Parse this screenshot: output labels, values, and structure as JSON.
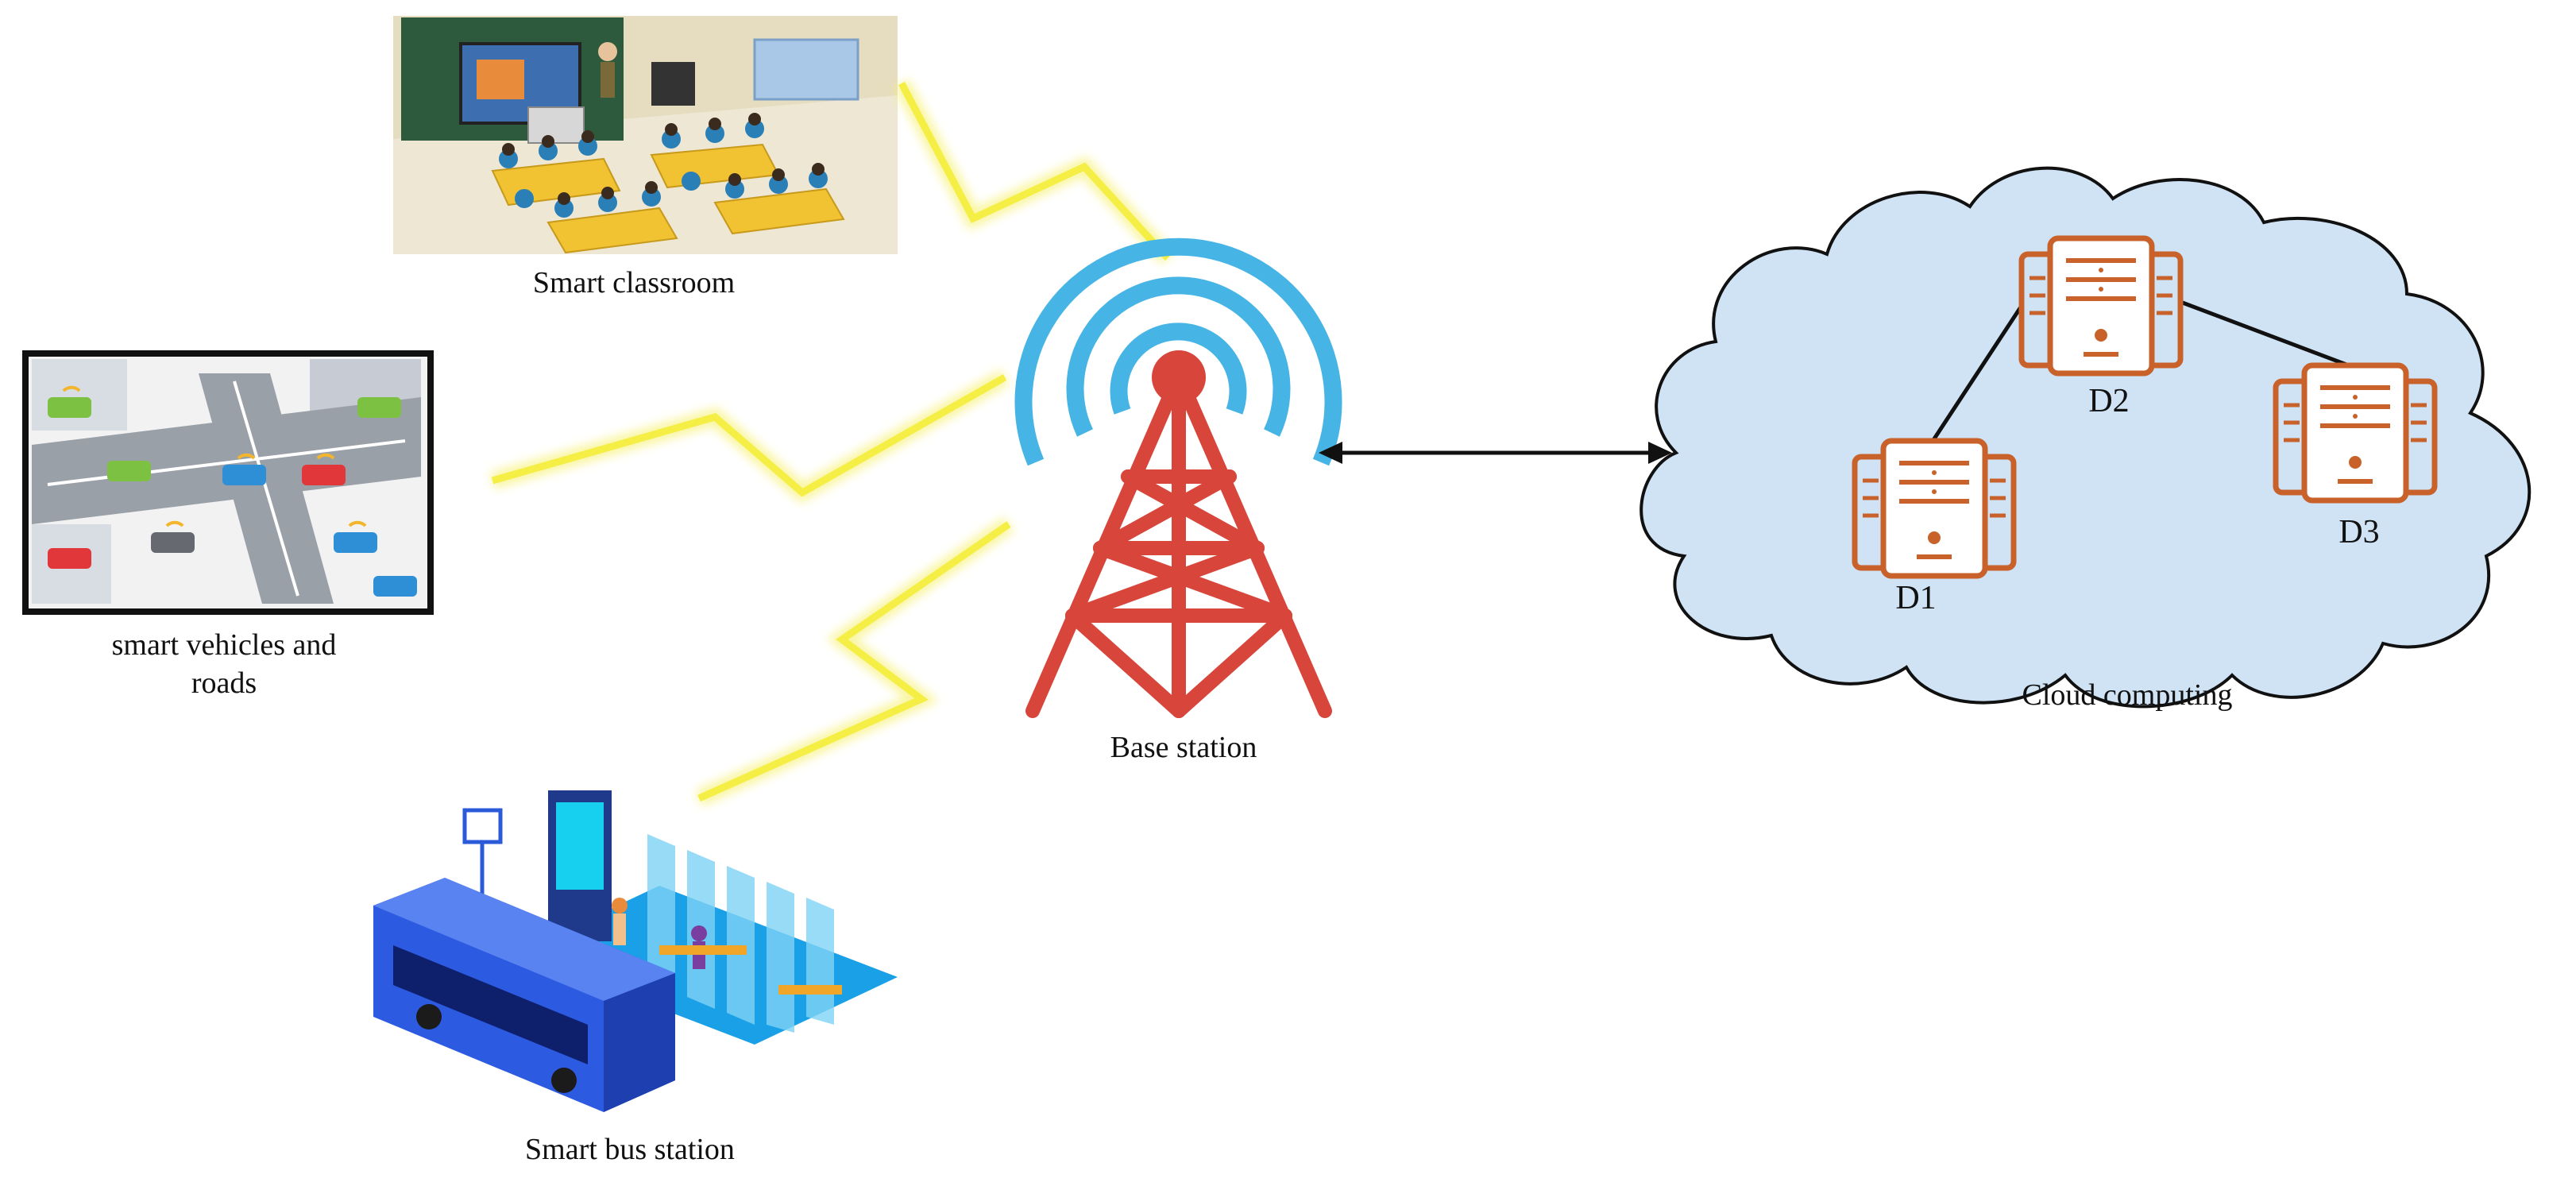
{
  "labels": {
    "classroom": "Smart classroom",
    "vehicles_line1": "smart vehicles and",
    "vehicles_line2": "roads",
    "bus": "Smart bus station",
    "base_station": "Base station",
    "cloud": "Cloud computing",
    "d1": "D1",
    "d2": "D2",
    "d3": "D3"
  },
  "colors": {
    "signal": "#f4ee45",
    "tower": "#d8453a",
    "waves": "#47b4e6",
    "cloud_fill": "#cfe3f5",
    "server": "#c8622a",
    "bus": "#2c5ae0",
    "platform": "#1aa0e6"
  },
  "icons": {
    "tower": "radio-tower-icon",
    "server": "server-icon",
    "cloud": "cloud-shape"
  }
}
